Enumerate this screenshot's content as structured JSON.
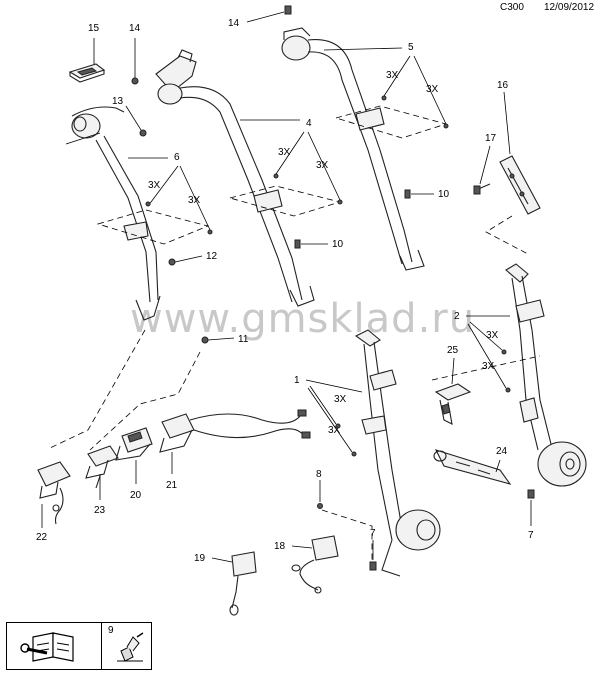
{
  "header": {
    "code": "C300",
    "date": "12/09/2012"
  },
  "watermark": "www.gmsklad.ru",
  "callouts": {
    "c1": "1",
    "c2": "2",
    "c4": "4",
    "c5": "5",
    "c6": "6",
    "c7a": "7",
    "c7b": "7",
    "c8": "8",
    "c9": "9",
    "c10a": "10",
    "c10b": "10",
    "c11": "11",
    "c12": "12",
    "c13": "13",
    "c14a": "14",
    "c14b": "14",
    "c15": "15",
    "c16": "16",
    "c17": "17",
    "c18": "18",
    "c19": "19",
    "c20": "20",
    "c21": "21",
    "c22": "22",
    "c23": "23",
    "c24": "24",
    "c25": "25"
  },
  "qty": {
    "q5a": "3X",
    "q5b": "3X",
    "q4a": "3X",
    "q4b": "3X",
    "q6a": "3X",
    "q6b": "3X",
    "q1a": "3X",
    "q1b": "3X",
    "q2a": "3X",
    "q2b": "3X"
  },
  "legend": {
    "number": "9",
    "book_icon": "book-wrench-icon",
    "part_icon": "adhesive-tube-icon"
  }
}
